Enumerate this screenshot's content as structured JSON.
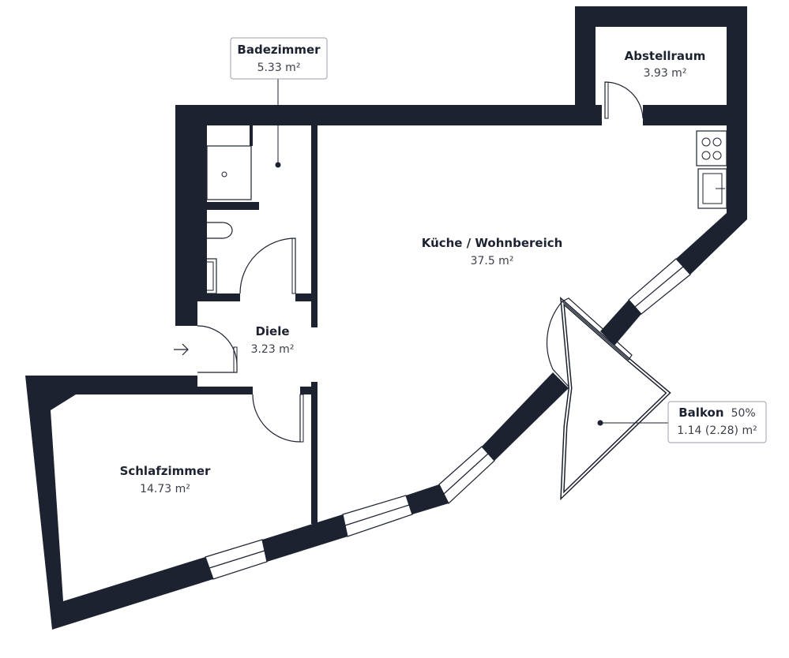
{
  "rooms": {
    "badezimmer": {
      "name": "Badezimmer",
      "area": "5.33 m²"
    },
    "abstellraum": {
      "name": "Abstellraum",
      "area": "3.93 m²"
    },
    "kueche": {
      "name": "Küche / Wohnbereich",
      "area": "37.5 m²"
    },
    "diele": {
      "name": "Diele",
      "area": "3.23 m²"
    },
    "schlafzimmer": {
      "name": "Schlafzimmer",
      "area": "14.73 m²"
    },
    "balkon": {
      "name": "Balkon",
      "share": "50%",
      "area": "1.14 (2.28) m²"
    }
  },
  "colors": {
    "wall": "#1c2230",
    "background": "#ffffff",
    "label_border": "#9aa0a8"
  },
  "icons": [
    "entrance-arrow-icon",
    "shower-icon",
    "toilet-icon",
    "sink-icon",
    "cooktop-icon",
    "kitchen-sink-icon"
  ]
}
